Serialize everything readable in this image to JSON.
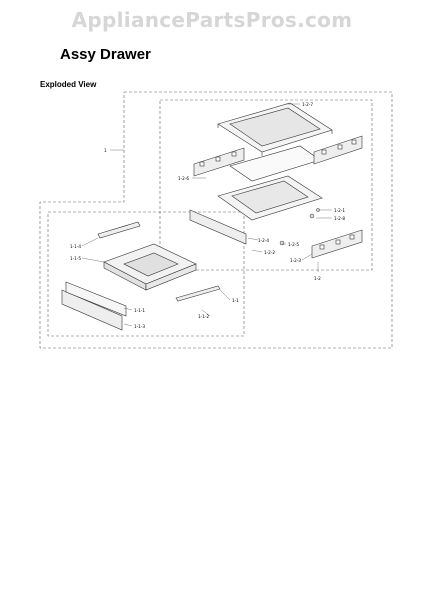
{
  "watermark": "AppliancePartsPros.com",
  "title": "Assy Drawer",
  "subtitle": "Exploded View",
  "labels": {
    "l1": "1",
    "l1_2": "1-2",
    "l1_2_7": "1-2-7",
    "l1_2_6": "1-2-6",
    "l1_2_1": "1-2-1",
    "l1_2_8": "1-2-8",
    "l1_2_4": "1-2-4",
    "l1_2_5": "1-2-5",
    "l1_2_2": "1-2-2",
    "l1_2_3": "1-2-3",
    "l1_1": "1-1",
    "l1_1_1": "1-1-1",
    "l1_1_2": "1-1-2",
    "l1_1_3": "1-1-3",
    "l1_1_4": "1-1-4",
    "l1_1_5": "1-1-5"
  }
}
